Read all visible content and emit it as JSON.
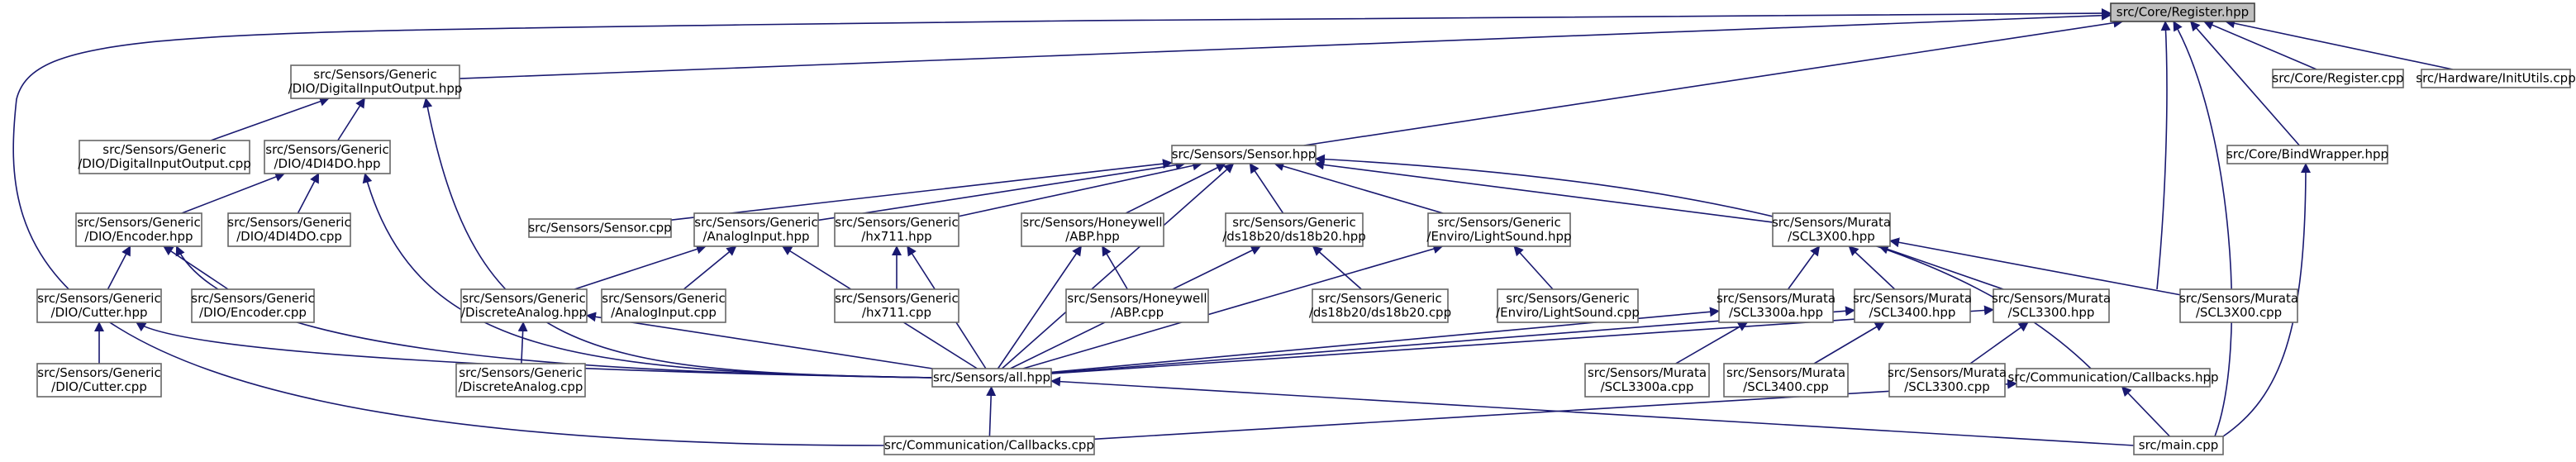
{
  "graph": {
    "root": "src/Core/Register.hpp",
    "colors": {
      "edge": "#191970",
      "node_border": "#666666",
      "root_fill": "#bfbfbf",
      "background": "#ffffff"
    },
    "nodes": [
      {
        "id": "register-hpp",
        "lines": [
          "src/Core/Register.hpp"
        ],
        "root": true
      },
      {
        "id": "digital-input-output-hpp",
        "lines": [
          "src/Sensors/Generic",
          "/DIO/DigitalInputOutput.hpp"
        ]
      },
      {
        "id": "register-cpp",
        "lines": [
          "src/Core/Register.cpp"
        ]
      },
      {
        "id": "initutils-cpp",
        "lines": [
          "src/Hardware/InitUtils.cpp"
        ]
      },
      {
        "id": "digital-input-output-cpp",
        "lines": [
          "src/Sensors/Generic",
          "/DIO/DigitalInputOutput.cpp"
        ]
      },
      {
        "id": "4di4do-hpp",
        "lines": [
          "src/Sensors/Generic",
          "/DIO/4DI4DO.hpp"
        ]
      },
      {
        "id": "sensor-hpp",
        "lines": [
          "src/Sensors/Sensor.hpp"
        ]
      },
      {
        "id": "bindwrapper-hpp",
        "lines": [
          "src/Core/BindWrapper.hpp"
        ]
      },
      {
        "id": "encoder-hpp",
        "lines": [
          "src/Sensors/Generic",
          "/DIO/Encoder.hpp"
        ]
      },
      {
        "id": "4di4do-cpp",
        "lines": [
          "src/Sensors/Generic",
          "/DIO/4DI4DO.cpp"
        ]
      },
      {
        "id": "sensor-cpp",
        "lines": [
          "src/Sensors/Sensor.cpp"
        ]
      },
      {
        "id": "analoginput-hpp",
        "lines": [
          "src/Sensors/Generic",
          "/AnalogInput.hpp"
        ]
      },
      {
        "id": "hx711-hpp",
        "lines": [
          "src/Sensors/Generic",
          "/hx711.hpp"
        ]
      },
      {
        "id": "abp-hpp",
        "lines": [
          "src/Sensors/Honeywell",
          "/ABP.hpp"
        ]
      },
      {
        "id": "ds18b20-hpp",
        "lines": [
          "src/Sensors/Generic",
          "/ds18b20/ds18b20.hpp"
        ]
      },
      {
        "id": "lightsound-hpp",
        "lines": [
          "src/Sensors/Generic",
          "/Enviro/LightSound.hpp"
        ]
      },
      {
        "id": "scl3x00-hpp",
        "lines": [
          "src/Sensors/Murata",
          "/SCL3X00.hpp"
        ]
      },
      {
        "id": "cutter-hpp",
        "lines": [
          "src/Sensors/Generic",
          "/DIO/Cutter.hpp"
        ]
      },
      {
        "id": "encoder-cpp",
        "lines": [
          "src/Sensors/Generic",
          "/DIO/Encoder.cpp"
        ]
      },
      {
        "id": "discreteanalog-hpp",
        "lines": [
          "src/Sensors/Generic",
          "/DiscreteAnalog.hpp"
        ]
      },
      {
        "id": "analoginput-cpp",
        "lines": [
          "src/Sensors/Generic",
          "/AnalogInput.cpp"
        ]
      },
      {
        "id": "hx711-cpp",
        "lines": [
          "src/Sensors/Generic",
          "/hx711.cpp"
        ]
      },
      {
        "id": "abp-cpp",
        "lines": [
          "src/Sensors/Honeywell",
          "/ABP.cpp"
        ]
      },
      {
        "id": "ds18b20-cpp",
        "lines": [
          "src/Sensors/Generic",
          "/ds18b20/ds18b20.cpp"
        ]
      },
      {
        "id": "lightsound-cpp",
        "lines": [
          "src/Sensors/Generic",
          "/Enviro/LightSound.cpp"
        ]
      },
      {
        "id": "scl3300a-hpp",
        "lines": [
          "src/Sensors/Murata",
          "/SCL3300a.hpp"
        ]
      },
      {
        "id": "scl3400-hpp",
        "lines": [
          "src/Sensors/Murata",
          "/SCL3400.hpp"
        ]
      },
      {
        "id": "scl3300-hpp",
        "lines": [
          "src/Sensors/Murata",
          "/SCL3300.hpp"
        ]
      },
      {
        "id": "scl3x00-cpp",
        "lines": [
          "src/Sensors/Murata",
          "/SCL3X00.cpp"
        ]
      },
      {
        "id": "cutter-cpp",
        "lines": [
          "src/Sensors/Generic",
          "/DIO/Cutter.cpp"
        ]
      },
      {
        "id": "discreteanalog-cpp",
        "lines": [
          "src/Sensors/Generic",
          "/DiscreteAnalog.cpp"
        ]
      },
      {
        "id": "all-hpp",
        "lines": [
          "src/Sensors/all.hpp"
        ]
      },
      {
        "id": "scl3300a-cpp",
        "lines": [
          "src/Sensors/Murata",
          "/SCL3300a.cpp"
        ]
      },
      {
        "id": "scl3400-cpp",
        "lines": [
          "src/Sensors/Murata",
          "/SCL3400.cpp"
        ]
      },
      {
        "id": "scl3300-cpp",
        "lines": [
          "src/Sensors/Murata",
          "/SCL3300.cpp"
        ]
      },
      {
        "id": "callbacks-hpp",
        "lines": [
          "src/Communication/Callbacks.hpp"
        ]
      },
      {
        "id": "callbacks-cpp",
        "lines": [
          "src/Communication/Callbacks.cpp"
        ]
      },
      {
        "id": "main-cpp",
        "lines": [
          "src/main.cpp"
        ]
      }
    ],
    "edges": [
      [
        "digital-input-output-hpp",
        "register-hpp"
      ],
      [
        "sensor-hpp",
        "register-hpp"
      ],
      [
        "register-cpp",
        "register-hpp"
      ],
      [
        "initutils-cpp",
        "register-hpp"
      ],
      [
        "bindwrapper-hpp",
        "register-hpp"
      ],
      [
        "scl3x00-cpp",
        "register-hpp"
      ],
      [
        "main-cpp",
        "register-hpp"
      ],
      [
        "callbacks-cpp",
        "register-hpp"
      ],
      [
        "digital-input-output-cpp",
        "digital-input-output-hpp"
      ],
      [
        "4di4do-hpp",
        "digital-input-output-hpp"
      ],
      [
        "all-hpp",
        "digital-input-output-hpp"
      ],
      [
        "encoder-hpp",
        "4di4do-hpp"
      ],
      [
        "4di4do-cpp",
        "4di4do-hpp"
      ],
      [
        "all-hpp",
        "4di4do-hpp"
      ],
      [
        "cutter-hpp",
        "encoder-hpp"
      ],
      [
        "encoder-cpp",
        "encoder-hpp"
      ],
      [
        "all-hpp",
        "encoder-hpp"
      ],
      [
        "cutter-cpp",
        "cutter-hpp"
      ],
      [
        "all-hpp",
        "cutter-hpp"
      ],
      [
        "sensor-cpp",
        "sensor-hpp"
      ],
      [
        "analoginput-hpp",
        "sensor-hpp"
      ],
      [
        "hx711-hpp",
        "sensor-hpp"
      ],
      [
        "abp-hpp",
        "sensor-hpp"
      ],
      [
        "ds18b20-hpp",
        "sensor-hpp"
      ],
      [
        "lightsound-hpp",
        "sensor-hpp"
      ],
      [
        "scl3x00-hpp",
        "sensor-hpp"
      ],
      [
        "all-hpp",
        "sensor-hpp"
      ],
      [
        "callbacks-hpp",
        "sensor-hpp"
      ],
      [
        "discreteanalog-hpp",
        "analoginput-hpp"
      ],
      [
        "analoginput-cpp",
        "analoginput-hpp"
      ],
      [
        "all-hpp",
        "analoginput-hpp"
      ],
      [
        "discreteanalog-cpp",
        "discreteanalog-hpp"
      ],
      [
        "all-hpp",
        "discreteanalog-hpp"
      ],
      [
        "hx711-cpp",
        "hx711-hpp"
      ],
      [
        "all-hpp",
        "hx711-hpp"
      ],
      [
        "abp-cpp",
        "abp-hpp"
      ],
      [
        "all-hpp",
        "abp-hpp"
      ],
      [
        "ds18b20-cpp",
        "ds18b20-hpp"
      ],
      [
        "all-hpp",
        "ds18b20-hpp"
      ],
      [
        "lightsound-cpp",
        "lightsound-hpp"
      ],
      [
        "all-hpp",
        "lightsound-hpp"
      ],
      [
        "scl3300a-hpp",
        "scl3x00-hpp"
      ],
      [
        "scl3400-hpp",
        "scl3x00-hpp"
      ],
      [
        "scl3300-hpp",
        "scl3x00-hpp"
      ],
      [
        "scl3x00-cpp",
        "scl3x00-hpp"
      ],
      [
        "scl3300a-cpp",
        "scl3300a-hpp"
      ],
      [
        "all-hpp",
        "scl3300a-hpp"
      ],
      [
        "scl3400-cpp",
        "scl3400-hpp"
      ],
      [
        "all-hpp",
        "scl3400-hpp"
      ],
      [
        "scl3300-cpp",
        "scl3300-hpp"
      ],
      [
        "all-hpp",
        "scl3300-hpp"
      ],
      [
        "callbacks-cpp",
        "all-hpp"
      ],
      [
        "main-cpp",
        "all-hpp"
      ],
      [
        "callbacks-cpp",
        "callbacks-hpp"
      ],
      [
        "main-cpp",
        "callbacks-hpp"
      ],
      [
        "main-cpp",
        "bindwrapper-hpp"
      ]
    ]
  }
}
